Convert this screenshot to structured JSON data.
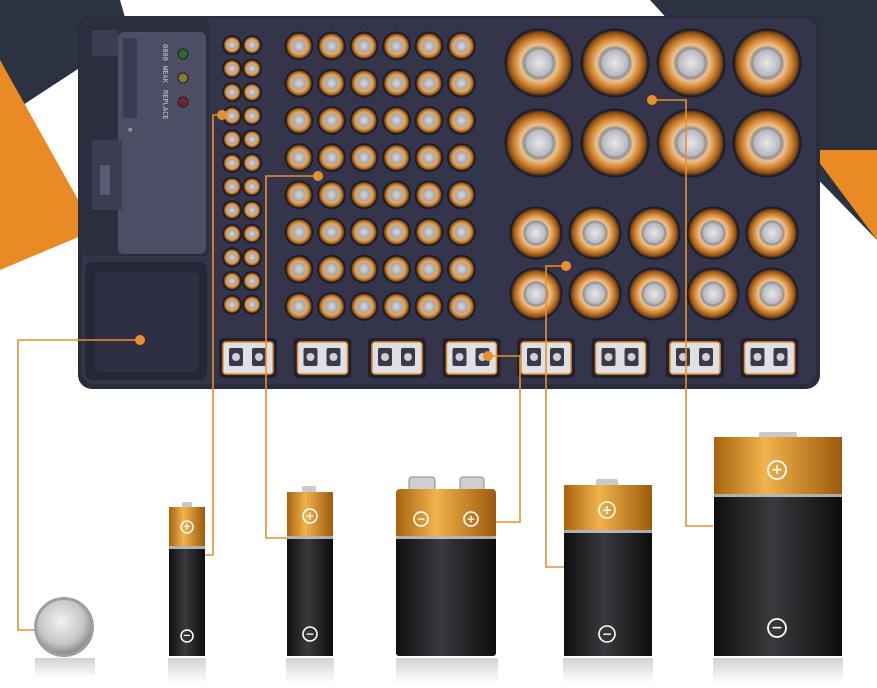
{
  "product": {
    "tester_labels": [
      "0000",
      "WEAK",
      "REPLACE"
    ],
    "polarity_signs": {
      "plus": "+",
      "minus": "−"
    }
  },
  "colors": {
    "tray": "#33344a",
    "accent_orange": "#e98a24",
    "battery_gold": "#d88d1d",
    "battery_black": "#1c1c1f",
    "leader_line": "#e8902e",
    "background_dark": "#2b3242"
  },
  "batteries": [
    {
      "type": "coin-cell",
      "slot": "storage-compartment"
    },
    {
      "type": "AAA",
      "slot": "narrow-grid"
    },
    {
      "type": "AA",
      "slot": "medium-grid"
    },
    {
      "type": "9V",
      "slot": "bottom-row"
    },
    {
      "type": "C",
      "slot": "lower-right-grid"
    },
    {
      "type": "D",
      "slot": "upper-right-grid"
    }
  ],
  "slot_counts": {
    "AAA": 24,
    "AA": 48,
    "9V": 8,
    "C": 10,
    "D": 8
  }
}
